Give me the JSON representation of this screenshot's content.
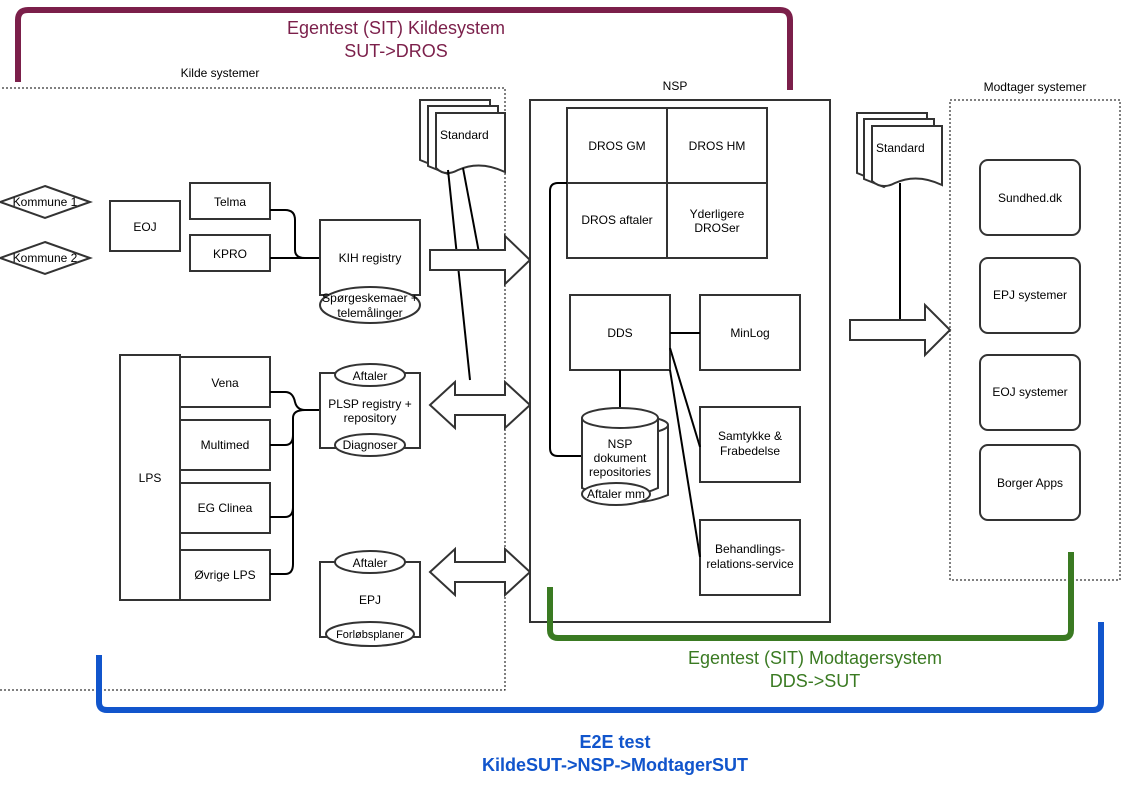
{
  "brackets": {
    "kilde": {
      "title": "Egentest (SIT) Kildesystem",
      "subtitle": "SUT->DROS",
      "color": "#7b1f4a"
    },
    "modtager": {
      "title": "Egentest (SIT) Modtagersystem",
      "subtitle": "DDS->SUT",
      "color": "#3a7a22"
    },
    "e2e": {
      "title": "E2E test",
      "subtitle": "KildeSUT->NSP->ModtagerSUT",
      "color": "#1155cc"
    }
  },
  "groups": {
    "kilde": "Kilde systemer",
    "nsp": "NSP",
    "modtager": "Modtager systemer"
  },
  "kilde": {
    "kommune1": "Kommune 1",
    "kommune2": "Kommune 2",
    "eoj": "EOJ",
    "telma": "Telma",
    "kpro": "KPRO",
    "kih": "KIH registry",
    "kih_sub": [
      "Spørgeskemaer +",
      "telemålinger"
    ],
    "lps": "LPS",
    "lps_items": [
      "Vena",
      "Multimed",
      "EG Clinea",
      "Øvrige LPS"
    ],
    "plsp": [
      "PLSP registry +",
      "repository"
    ],
    "plsp_top": "Aftaler",
    "plsp_bottom": "Diagnoser",
    "epj": "EPJ",
    "epj_top": "Aftaler",
    "epj_bottom": "Forløbsplaner",
    "standard": "Standard"
  },
  "nsp": {
    "dros_gm": "DROS GM",
    "dros_hm": "DROS HM",
    "dros_aftaler": "DROS aftaler",
    "yderligere": [
      "Yderligere",
      "DROSer"
    ],
    "dds": "DDS",
    "minlog": "MinLog",
    "samtykke": [
      "Samtykke &",
      "Frabedelse"
    ],
    "behandling": [
      "Behandlings-",
      "relations-service"
    ],
    "repo": [
      "NSP",
      "dokument",
      "repositories"
    ],
    "repo_sub": "Aftaler mm"
  },
  "modtager": {
    "standard": "Standard",
    "items": [
      "Sundhed.dk",
      "EPJ systemer",
      "EOJ systemer",
      "Borger Apps"
    ]
  }
}
